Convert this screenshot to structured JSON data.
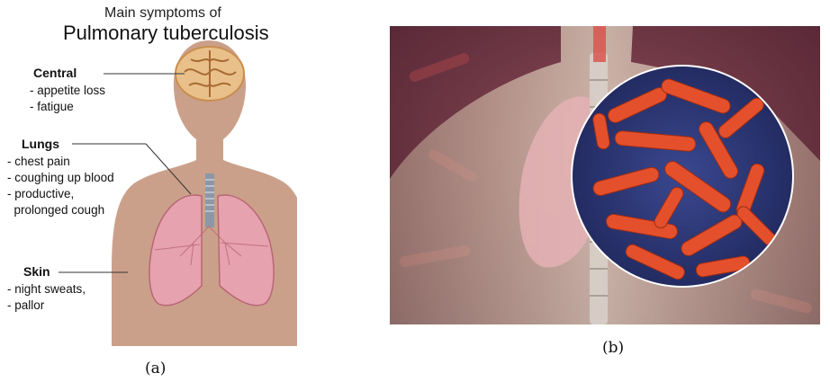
{
  "panel_a": {
    "title_line1": "Main symptoms of",
    "title_line2": "Pulmonary tuberculosis",
    "regions": [
      {
        "name": "Central",
        "symptoms": [
          "- appetite loss",
          "- fatigue"
        ]
      },
      {
        "name": "Lungs",
        "symptoms": [
          "- chest pain",
          "- coughing up blood",
          "- productive,",
          "  prolonged cough"
        ]
      },
      {
        "name": "Skin",
        "symptoms": [
          "- night sweats,",
          "- pallor"
        ]
      }
    ],
    "caption": "(a)",
    "colors": {
      "body": "#cba08a",
      "lung": "#e6a2ae",
      "brain": "#e9c08a"
    }
  },
  "panel_b": {
    "caption": "(b)",
    "image_subject": "3D illustration of human lungs with magnified view of rod-shaped bacteria",
    "colors": {
      "background": "#6a2f3c",
      "bacteria": "#e4502c",
      "magnified_bg": "#2a3470"
    }
  }
}
